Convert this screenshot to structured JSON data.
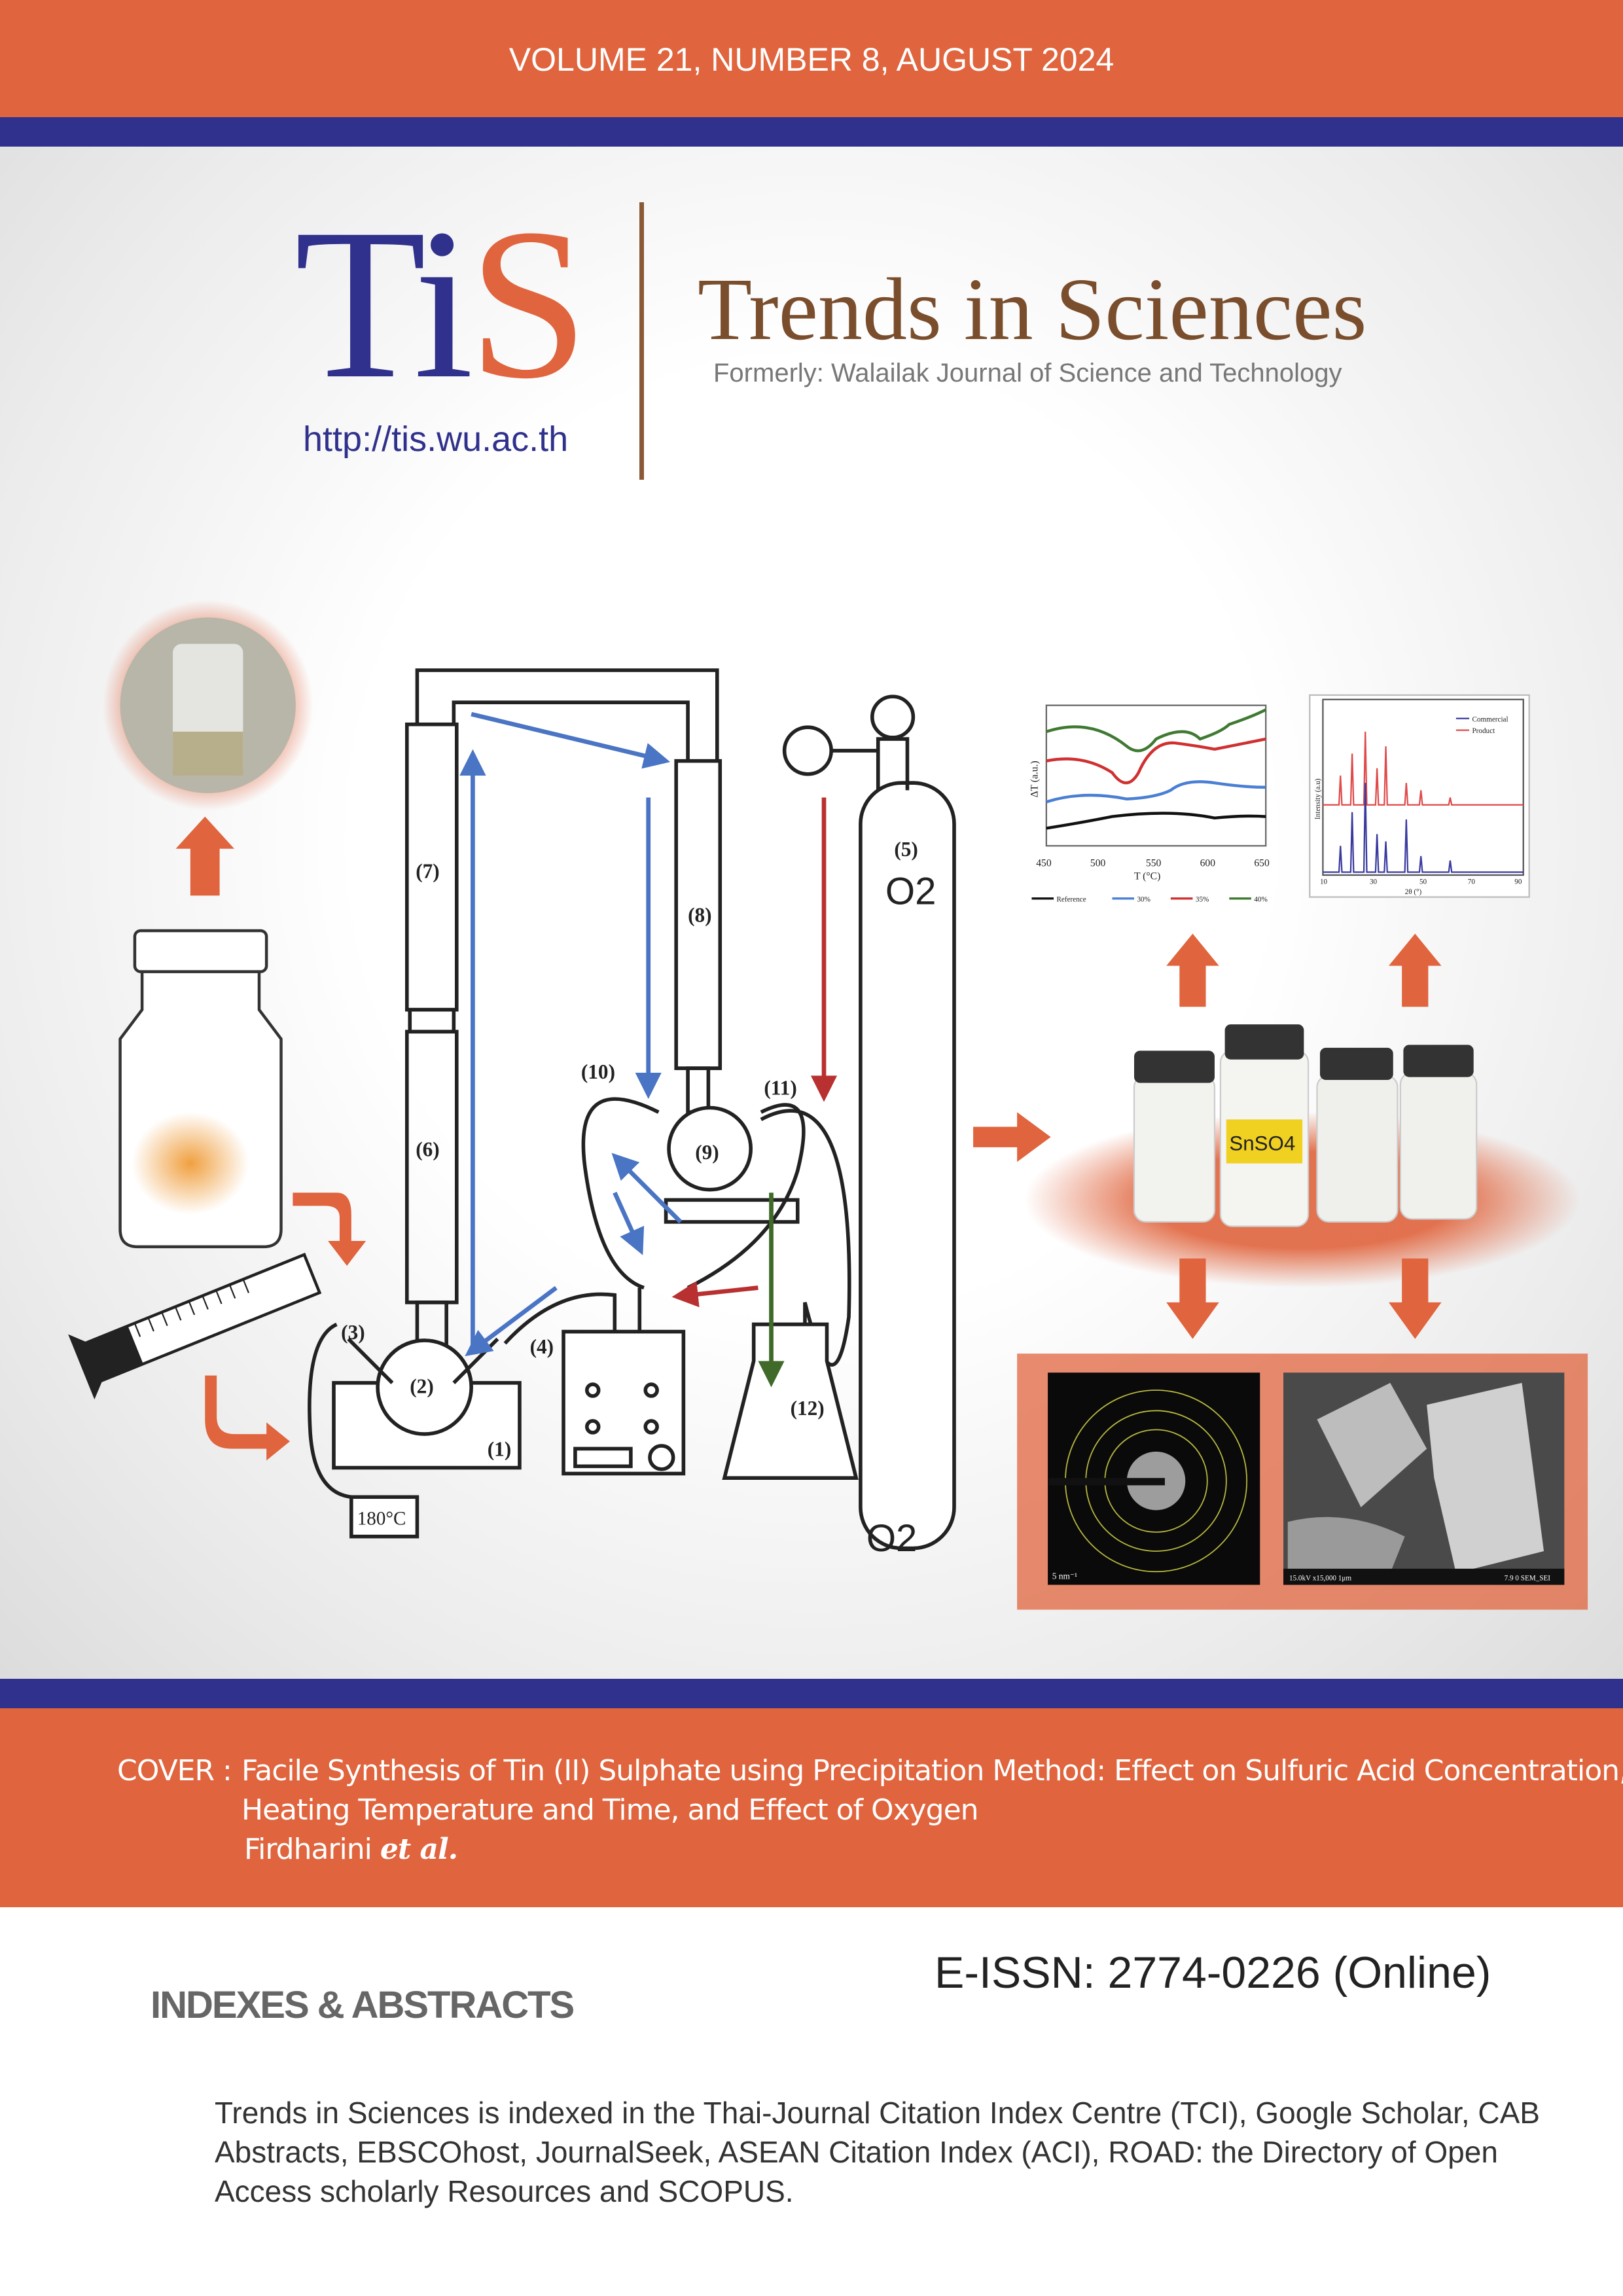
{
  "header": {
    "volume": "VOLUME 21, NUMBER 8,  AUGUST  2024"
  },
  "logo": {
    "t": "T",
    "i": "i",
    "s": "S",
    "url": "http://tis.wu.ac.th"
  },
  "journal": {
    "title": "Trends in Sciences",
    "formerly": "Formerly: Walailak Journal of Science and Technology"
  },
  "diagram": {
    "labels": [
      "(1)",
      "(2)",
      "(3)",
      "(4)",
      "(5)",
      "(6)",
      "(7)",
      "(8)",
      "(9)",
      "(10)",
      "(11)",
      "(12)"
    ],
    "o2": "O2",
    "temperature": "180°C",
    "vial_label": "SnSO4"
  },
  "dta_chart": {
    "ylabel": "ΔT (a.u.)",
    "xlabel": "T (°C)",
    "xticks": [
      "450",
      "500",
      "550",
      "600",
      "650"
    ],
    "legend": [
      "Reference",
      "30%",
      "35%",
      "40%"
    ],
    "colors": [
      "#111111",
      "#4a7fd4",
      "#d03030",
      "#3f7a32"
    ]
  },
  "xrd_chart": {
    "ylabel": "Intensity (a.u)",
    "xlabel": "2θ (°)",
    "xticks": [
      "10",
      "30",
      "50",
      "70",
      "90"
    ],
    "legend": [
      "Commercial",
      "Product"
    ],
    "colors": [
      "#3a3aa0",
      "#e04a4a"
    ]
  },
  "micrographs": {
    "saed_scale": "5 nm⁻¹",
    "sem_info": "15.0kV   x15,000      1μm",
    "sem_id": "7.9 0 SEM_SEI"
  },
  "cover": {
    "prefix": "COVER :",
    "line1": "Facile Synthesis of Tin (II) Sulphate using Precipitation Method: Effect on Sulfuric Acid Concentration,",
    "line2": "Heating Temperature and Time, and Effect of Oxygen",
    "author": "Firdharini",
    "etal": "et al."
  },
  "footer": {
    "eissn": "E-ISSN: 2774-0226 (Online)",
    "indexes_heading": "INDEXES & ABSTRACTS",
    "indexes_text": "Trends in Sciences is indexed in the Thai-Journal Citation Index Centre (TCI), Google Scholar, CAB Abstracts, EBSCOhost, JournalSeek, ASEAN Citation Index (ACI),  ROAD: the Directory of Open Access scholarly Resources and SCOPUS."
  }
}
